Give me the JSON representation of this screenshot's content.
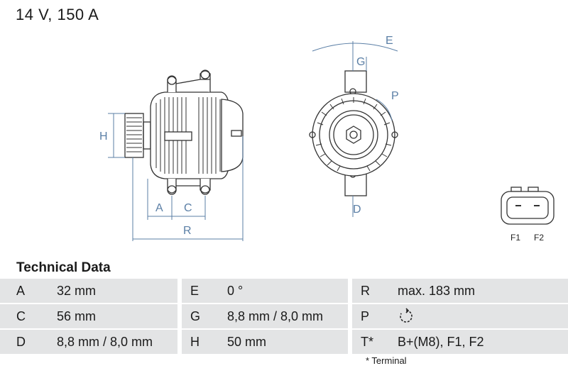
{
  "header": {
    "title": "14 V, 150 A"
  },
  "drawing": {
    "dim_labels": {
      "h": "H",
      "a": "A",
      "c": "C",
      "r": "R",
      "e": "E",
      "g": "G",
      "p": "P",
      "d": "D"
    },
    "connector_labels": {
      "f1": "F1",
      "f2": "F2"
    },
    "line_color": "#5b7fa6"
  },
  "technical_data": {
    "heading": "Technical Data",
    "rows": [
      [
        {
          "key": "A",
          "value": "32 mm"
        },
        {
          "key": "E",
          "value": "0 °"
        },
        {
          "key": "R",
          "value": "max. 183 mm"
        }
      ],
      [
        {
          "key": "C",
          "value": "56 mm"
        },
        {
          "key": "G",
          "value": "8,8 mm / 8,0 mm"
        },
        {
          "key": "P",
          "value": "",
          "icon": "clockwise-rotation-icon"
        }
      ],
      [
        {
          "key": "D",
          "value": "8,8 mm / 8,0 mm"
        },
        {
          "key": "H",
          "value": "50 mm"
        },
        {
          "key": "T*",
          "value": "B+(M8), F1, F2"
        }
      ]
    ],
    "footnote": "* Terminal"
  }
}
